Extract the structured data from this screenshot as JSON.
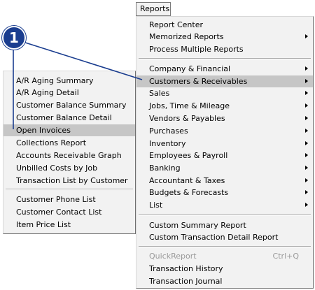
{
  "menubar": {
    "reports_label": "Reports"
  },
  "reports_menu": {
    "items": [
      {
        "label": "Report Center",
        "arrow": false
      },
      {
        "label": "Memorized Reports",
        "arrow": true
      },
      {
        "label": "Process Multiple Reports",
        "arrow": false
      },
      {
        "label": "Company & Financial",
        "arrow": true
      },
      {
        "label": "Customers & Receivables",
        "arrow": true,
        "highlighted": true
      },
      {
        "label": "Sales",
        "arrow": true
      },
      {
        "label": "Jobs, Time & Mileage",
        "arrow": true
      },
      {
        "label": "Vendors & Payables",
        "arrow": true
      },
      {
        "label": "Purchases",
        "arrow": true
      },
      {
        "label": "Inventory",
        "arrow": true
      },
      {
        "label": "Employees & Payroll",
        "arrow": true
      },
      {
        "label": "Banking",
        "arrow": true
      },
      {
        "label": "Accountant & Taxes",
        "arrow": true
      },
      {
        "label": "Budgets & Forecasts",
        "arrow": true
      },
      {
        "label": "List",
        "arrow": true
      },
      {
        "label": "Custom Summary Report",
        "arrow": false
      },
      {
        "label": "Custom Transaction Detail Report",
        "arrow": false
      },
      {
        "label": "QuickReport",
        "shortcut": "Ctrl+Q",
        "disabled": true
      },
      {
        "label": "Transaction History",
        "arrow": false
      },
      {
        "label": "Transaction Journal",
        "arrow": false
      }
    ]
  },
  "customers_submenu": {
    "items": [
      {
        "label": "A/R Aging Summary"
      },
      {
        "label": "A/R Aging Detail"
      },
      {
        "label": "Customer Balance Summary"
      },
      {
        "label": "Customer Balance Detail"
      },
      {
        "label": "Open Invoices",
        "highlighted": true
      },
      {
        "label": "Collections Report"
      },
      {
        "label": "Accounts Receivable Graph"
      },
      {
        "label": "Unbilled Costs by Job"
      },
      {
        "label": "Transaction List by Customer"
      },
      {
        "label": "Customer Phone List"
      },
      {
        "label": "Customer Contact List"
      },
      {
        "label": "Item Price List"
      }
    ]
  },
  "callout": {
    "number": "1",
    "color": "#1a3d8f"
  }
}
